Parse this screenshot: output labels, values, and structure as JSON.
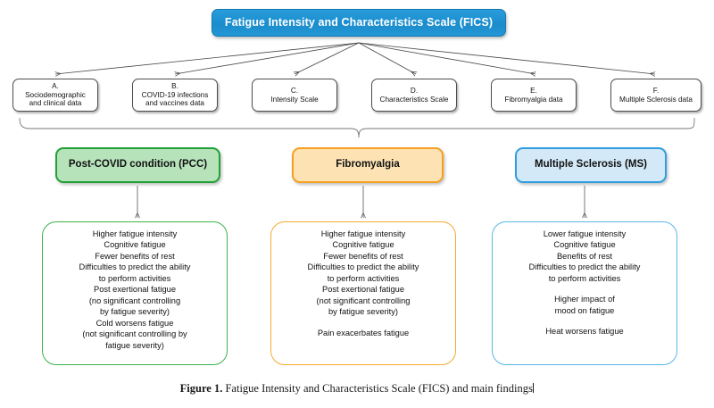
{
  "figure": {
    "title": "Fatigue Intensity and Characteristics Scale (FICS)",
    "caption_bold": "Figure 1.",
    "caption_text": " Fatigue Intensity and Characteristics Scale (FICS) and main findings"
  },
  "colors": {
    "title_blue": "#1b8fd0",
    "pcc_green_fill": "#b7e3bb",
    "pcc_green_border": "#21a038",
    "fibro_orange_fill": "#fde3b4",
    "fibro_orange_border": "#f5a020",
    "ms_blue_fill": "#d3e9f7",
    "ms_blue_border": "#2e9ee0",
    "box_border_gray": "#4d4d4d",
    "connector_gray": "#555555"
  },
  "domains": [
    {
      "key": "A",
      "letter": "A.",
      "line1": "Sociodemographic",
      "line2": "and clinical data"
    },
    {
      "key": "B",
      "letter": "B.",
      "line1": "COVID-19 infections",
      "line2": "and vaccines data"
    },
    {
      "key": "C",
      "letter": "C.",
      "line1": "Intensity Scale",
      "line2": ""
    },
    {
      "key": "D",
      "letter": "D.",
      "line1": "Characteristics Scale",
      "line2": ""
    },
    {
      "key": "E",
      "letter": "E.",
      "line1": "Fibromyalgia data",
      "line2": ""
    },
    {
      "key": "F",
      "letter": "F.",
      "line1": "Multiple Sclerosis data",
      "line2": ""
    }
  ],
  "conditions": [
    {
      "key": "pcc",
      "header_line1": "Post-COVID",
      "header_line2": "condition (PCC)",
      "findings": [
        "Higher fatigue intensity",
        "Cognitive fatigue",
        "Fewer benefits of rest",
        "Difficulties to predict the ability",
        "to perform activities",
        "Post exertional fatigue",
        "(no significant controlling",
        "by fatigue severity)",
        "Cold worsens fatigue",
        "(not significant controlling by",
        "fatigue severity)"
      ]
    },
    {
      "key": "fibromyalgia",
      "header_line1": "Fibromyalgia",
      "header_line2": "",
      "findings": [
        "Higher fatigue intensity",
        "Cognitive fatigue",
        "Fewer benefits of rest",
        "Difficulties to predict the ability",
        "to perform activities",
        "Post exertional fatigue",
        "(not significant controlling",
        "by fatigue severity)",
        "",
        "Pain exacerbates fatigue"
      ]
    },
    {
      "key": "ms",
      "header_line1": "Multiple Sclerosis",
      "header_line2": "(MS)",
      "findings": [
        "Lower fatigue intensity",
        "Cognitive fatigue",
        "Benefits of rest",
        "Difficulties to predict the ability",
        "to perform activities",
        "",
        "Higher impact of",
        "mood on fatigue",
        "",
        "Heat worsens fatigue"
      ]
    }
  ]
}
